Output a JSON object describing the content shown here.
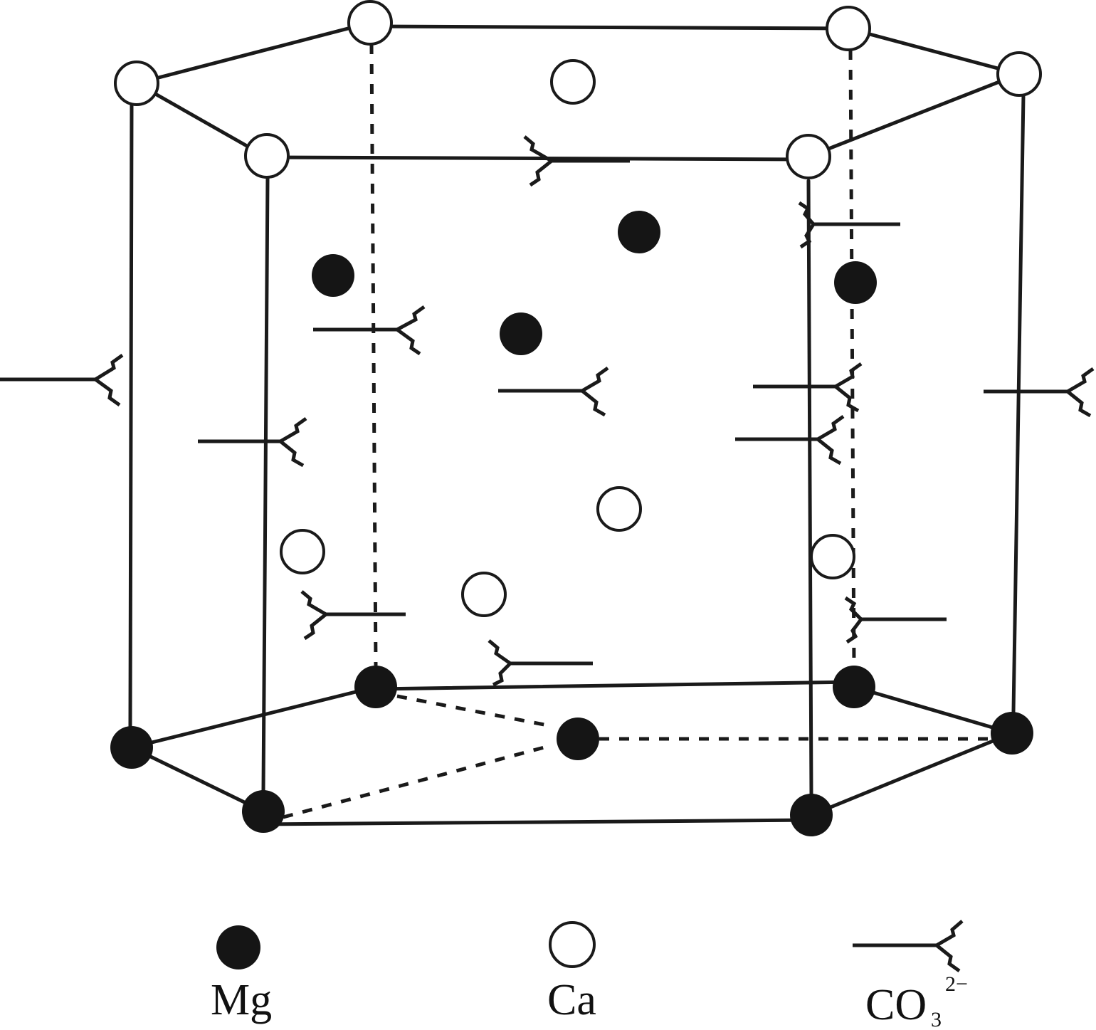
{
  "legend": {
    "mg": {
      "label": "Mg",
      "symbol": "filled-circle",
      "color": "#151515"
    },
    "ca": {
      "label": "Ca",
      "symbol": "open-circle",
      "color": "#ffffff"
    },
    "co3": {
      "label": "CO",
      "subscript": "3",
      "superscript": "2−",
      "symbol": "carbonate-ion-icon"
    }
  }
}
